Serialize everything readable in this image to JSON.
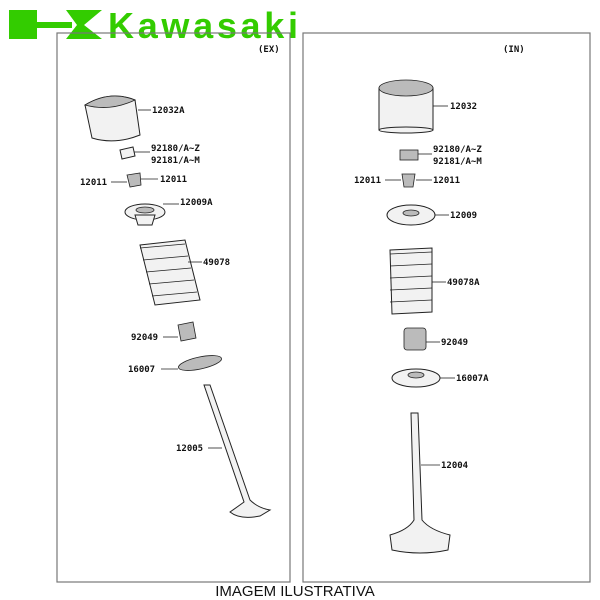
{
  "brand": {
    "name": "Kawasaki",
    "color": "#33cc00"
  },
  "caption": "IMAGEM ILUSTRATIVA",
  "panels": {
    "ex": {
      "title": "(EX)",
      "labels": [
        "12032A",
        "92180/A~Z",
        "92181/A~M",
        "12011",
        "12011",
        "12009A",
        "49078",
        "92049",
        "16007",
        "12005"
      ]
    },
    "in": {
      "title": "(IN)",
      "labels": [
        "12032",
        "92180/A~Z",
        "92181/A~M",
        "12011",
        "12011",
        "12009",
        "49078A",
        "92049",
        "16007A",
        "12004"
      ]
    }
  }
}
